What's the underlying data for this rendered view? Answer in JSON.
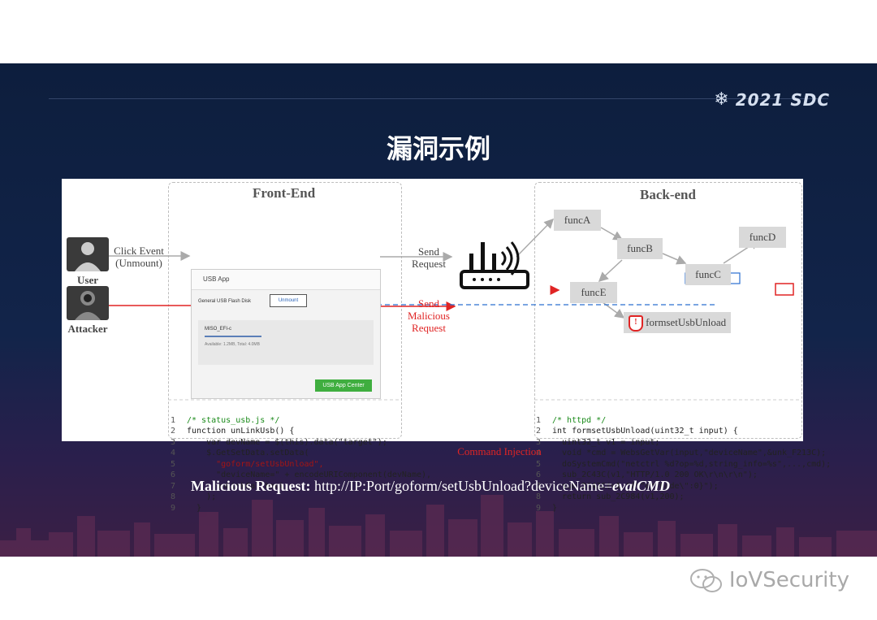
{
  "header": {
    "logo_text": "2021 SDC",
    "logo_icon": "snowflake-icon"
  },
  "slide_title": "漏洞示例",
  "diagram": {
    "frontend": {
      "heading": "Front-End",
      "usb_panel": {
        "header": "USB App",
        "device_label": "General USB Flash Disk",
        "unmount_label": "Unmount",
        "volume_name": "MISO_EFI-c",
        "volume_info": "Available: 1.2MB, Total: 4.0MB",
        "app_center_label": "USB App Center"
      },
      "code": [
        "/* status_usb.js */",
        "function unLinkUsb() {",
        "    var devName = $(this).data(\"target\");",
        "    $.GetSetData.setData(",
        "      \"goform/setUsbUnload\",",
        "      \"deviceName=\" + encodeURIComponent(devName),",
        "      unLinkCallback",
        "    );",
        "  }"
      ]
    },
    "backend": {
      "heading": "Back-end",
      "nodes": [
        "funcA",
        "funcB",
        "funcC",
        "funcD",
        "funcE",
        "formsetUsbUnload"
      ],
      "code": [
        "/* httpd */",
        "int formsetUsbUnload(uint32_t input) {",
        "  uint32_t v1 = input;",
        "  void *cmd = WebsGetVar(input,\"deviceName\",&unk_F213C);",
        "  doSystemCmd(\"netctrl %d?op=%d,string_info=%s\",...,cmd);",
        "  sub_2C43C(v1,\"HTTP/1.0 200 OK\\r\\n\\r\\n\");",
        "  sub_2C43C(v1,\"{\\\"errCode\\\":0}\");",
        "  return sub_2C984(v1,200);",
        "}"
      ]
    },
    "user_label": "User",
    "attacker_label": "Attacker",
    "click_event": [
      "Click Event",
      "(Unmount)"
    ],
    "send_request": [
      "Send",
      "Request"
    ],
    "send_malicious": [
      "Send",
      "Malicious",
      "Request"
    ],
    "command_injection": "Command Injection",
    "colors": {
      "malicious": "#e02424",
      "highlight": "#2a6fd0",
      "node_bg": "#d9d9d9"
    }
  },
  "malicious_request": {
    "label": "Malicious Request:",
    "url": " http://IP:Port/goform/setUsbUnload?deviceName=",
    "payload": "evalCMD"
  },
  "watermark": {
    "text": "IoVSecurity",
    "icon": "wechat-icon"
  }
}
